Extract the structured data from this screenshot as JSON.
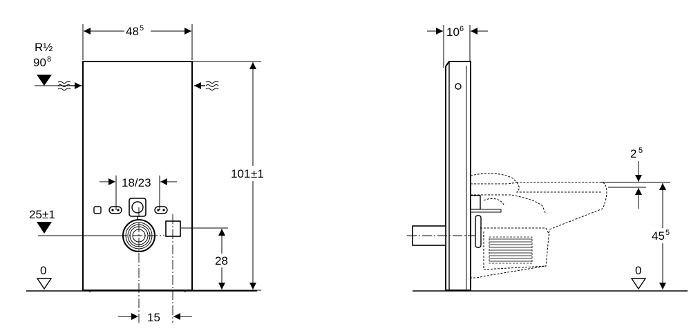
{
  "front_view": {
    "width_label": "48",
    "width_label_sup": "5",
    "inlet_label": "R½",
    "inlet_height": "90",
    "inlet_height_sup": "8",
    "height_label": "101",
    "height_tol": "±1",
    "spacing_label": "18/23",
    "drain_height": "25",
    "drain_tol": "±1",
    "conn_height": "28",
    "offset_label": "15",
    "floor_label": "0"
  },
  "side_view": {
    "depth_label": "10",
    "depth_label_sup": "6",
    "gap_label": "2",
    "gap_label_sup": "5",
    "seat_height": "45",
    "seat_height_sup": "5",
    "floor_label": "0"
  }
}
